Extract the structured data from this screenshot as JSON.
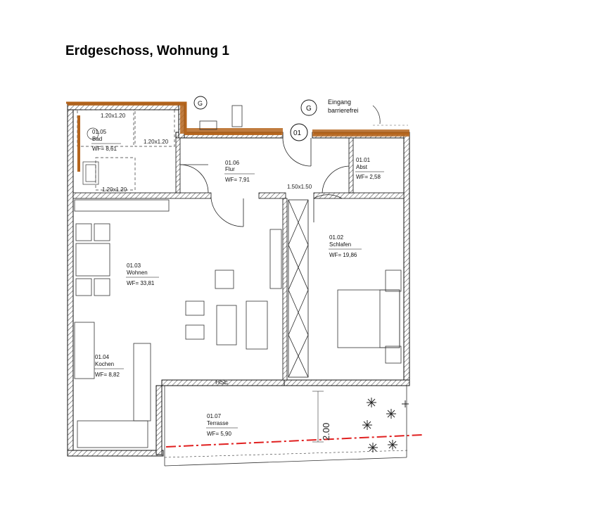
{
  "page_title": "Erdgeschoss, Wohnung 1",
  "entrance": {
    "marker": "G",
    "text_line1": "Eingang",
    "text_line2": "barrierefrei",
    "marker_left": "G"
  },
  "apartment_marker": "01",
  "rooms": [
    {
      "id": "bad",
      "number": "01.05",
      "name": "Bad",
      "area": "WF= 8,61"
    },
    {
      "id": "flur",
      "number": "01.06",
      "name": "Flur",
      "area": "WF= 7,91"
    },
    {
      "id": "abst",
      "number": "01.01",
      "name": "Abst",
      "area": "WF= 2,58"
    },
    {
      "id": "wohnen",
      "number": "01.03",
      "name": "Wohnen",
      "area": "WF= 33,81"
    },
    {
      "id": "schlafen",
      "number": "01.02",
      "name": "Schlafen",
      "area": "WF= 19,86"
    },
    {
      "id": "kochen",
      "number": "01.04",
      "name": "Kochen",
      "area": "WF= 8,82"
    },
    {
      "id": "terrasse",
      "number": "01.07",
      "name": "Terrasse",
      "area": "WF= 5,90"
    }
  ],
  "dimensions": {
    "bad_top": "1.20x1.20",
    "bad_right": "1.20x1.20",
    "bad_bottom": "1.20x1.20",
    "flur_turn": "1.50x1.50",
    "terrace_depth": "2.00"
  },
  "door_label_hse": "HSE",
  "colors": {
    "wall_hatch": "#444444",
    "insulation": "#b5651d",
    "property_line": "#e02020"
  }
}
